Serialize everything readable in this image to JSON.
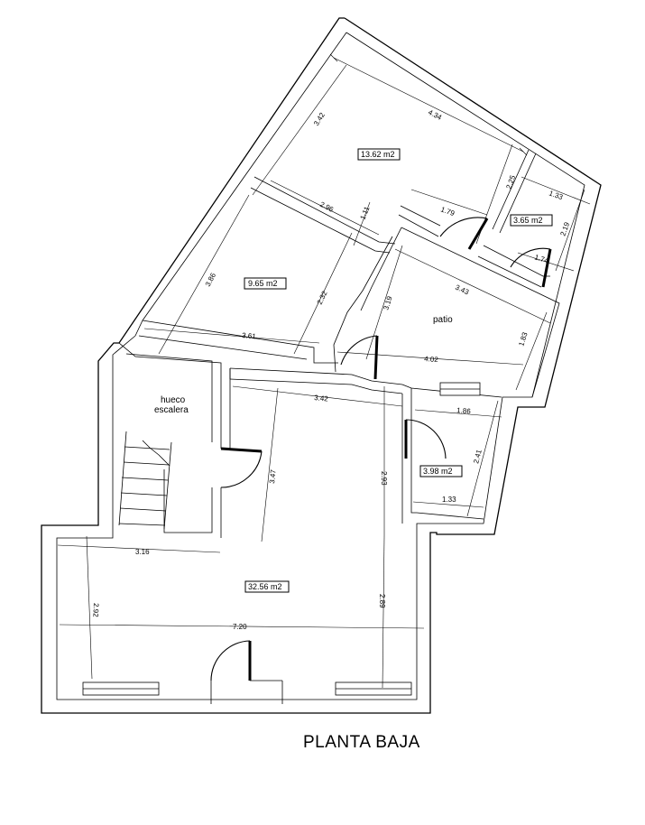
{
  "title": "PLANTA BAJA",
  "rooms": {
    "hueco_line1": "hueco",
    "hueco_line2": "escalera",
    "patio": "patio"
  },
  "areas": {
    "top_room": "13.62 m2",
    "small_room": "3.65 m2",
    "left_room": "9.65 m2",
    "bath": "3.98 m2",
    "main_room": "32.56 m2"
  },
  "dims": {
    "d_4_34": "4.34",
    "d_3_42_top": "3.42",
    "d_2_96": "2.96",
    "d_1_11": "1.11",
    "d_2_25": "2.25",
    "d_1_79": "1.79",
    "d_1_33_top": "1.33",
    "d_2_19": "2.19",
    "d_1_74": "1.74",
    "d_3_86": "3.86",
    "d_2_32": "2.32",
    "d_3_61": "3.61",
    "d_3_19": "3.19",
    "d_3_43": "3.43",
    "d_1_83": "1.83",
    "d_4_02": "4.02",
    "d_3_42_mid": "3.42",
    "d_1_86": "1.86",
    "d_2_41": "2.41",
    "d_1_33_bot": "1.33",
    "d_3_47": "3.47",
    "d_2_93": "2.93",
    "d_3_16": "3.16",
    "d_2_89": "2.89",
    "d_2_92": "2.92",
    "d_7_20": "7.20"
  }
}
